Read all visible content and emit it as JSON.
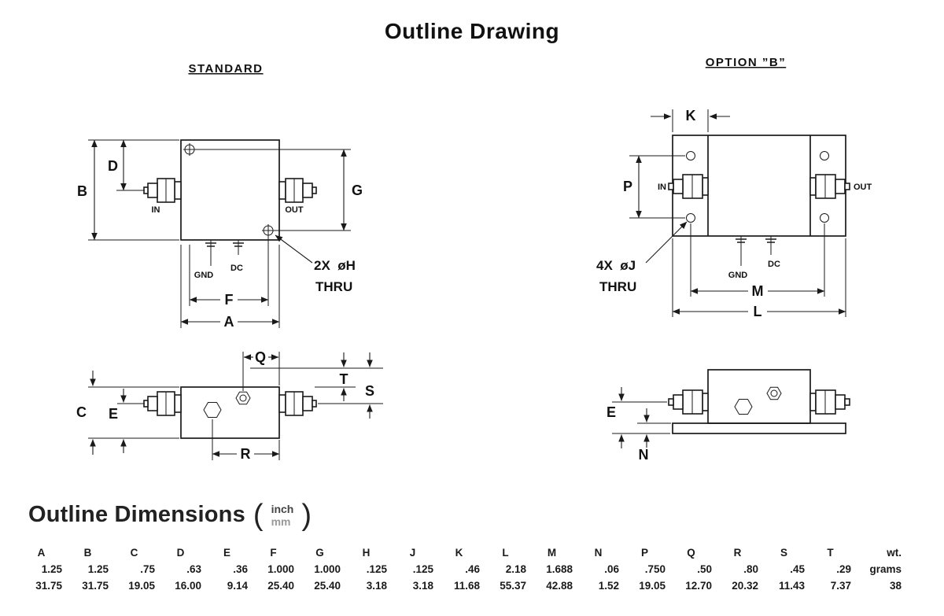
{
  "title": "Outline Drawing",
  "views": {
    "standard_label": "STANDARD",
    "option_b_label": "OPTION ”B”"
  },
  "dims": {
    "a": "A",
    "b": "B",
    "c": "C",
    "d": "D",
    "e": "E",
    "f": "F",
    "g": "G",
    "k": "K",
    "l": "L",
    "m": "M",
    "n": "N",
    "p": "P",
    "q": "Q",
    "r": "R",
    "s": "S",
    "t": "T"
  },
  "ports": {
    "in": "IN",
    "out": "OUT",
    "gnd": "GND",
    "dc": "DC"
  },
  "callouts": {
    "standard_line1": "2X  øH",
    "standard_line2": "THRU",
    "option_line1": "4X  øJ",
    "option_line2": "THRU"
  },
  "dimensions_section": {
    "heading": "Outline Dimensions",
    "paren_open": "(",
    "unit_top": "inch",
    "unit_bottom": "mm",
    "paren_close": ")"
  },
  "table": {
    "headers": [
      "A",
      "B",
      "C",
      "D",
      "E",
      "F",
      "G",
      "H",
      "J",
      "K",
      "L",
      "M",
      "N",
      "P",
      "Q",
      "R",
      "S",
      "T",
      "wt."
    ],
    "inch_row": [
      "1.25",
      "1.25",
      ".75",
      ".63",
      ".36",
      "1.000",
      "1.000",
      ".125",
      ".125",
      ".46",
      "2.18",
      "1.688",
      ".06",
      ".750",
      ".50",
      ".80",
      ".45",
      ".29",
      "grams"
    ],
    "mm_row": [
      "31.75",
      "31.75",
      "19.05",
      "16.00",
      "9.14",
      "25.40",
      "25.40",
      "3.18",
      "3.18",
      "11.68",
      "55.37",
      "42.88",
      "1.52",
      "19.05",
      "12.70",
      "20.32",
      "11.43",
      "7.37",
      "38"
    ]
  }
}
